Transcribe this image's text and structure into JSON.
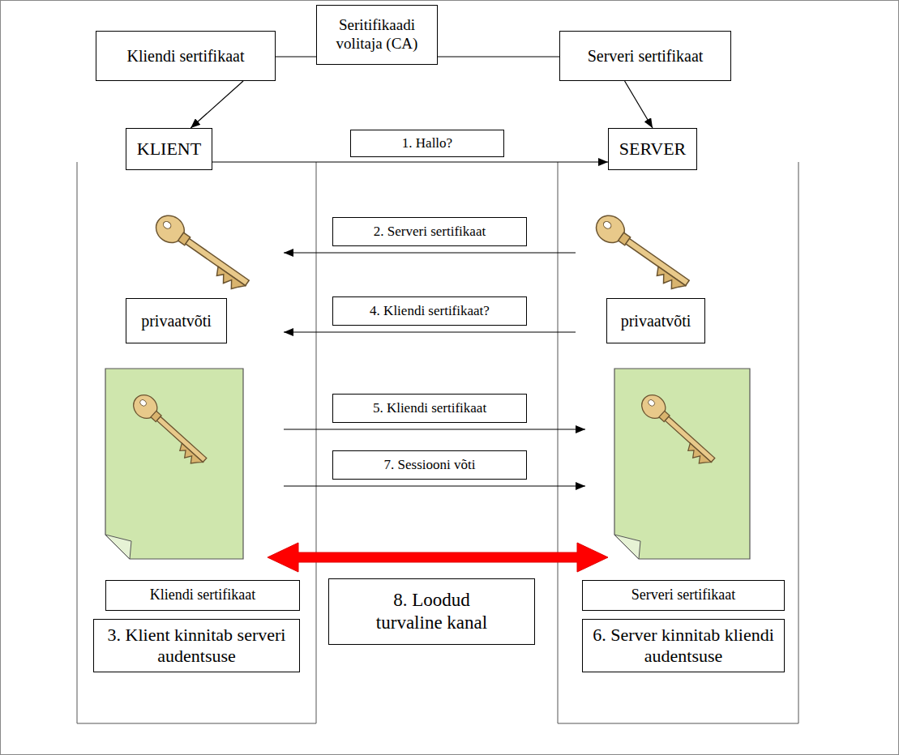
{
  "diagram": {
    "nodes": [
      {
        "text": [
          "Kliendi sertifikaat"
        ]
      },
      {
        "text": [
          "Seritifikaadi volitaja (CA)"
        ]
      },
      {
        "text": [
          "Serveri sertifikaat"
        ]
      },
      {
        "text": [
          "KLIENT"
        ]
      },
      {
        "text": [
          "1. Hallo?"
        ]
      },
      {
        "text": [
          "SERVER"
        ]
      },
      {
        "text": [
          "2. Serveri sertifikaat"
        ]
      },
      {
        "text": [
          "privaatvõti"
        ]
      },
      {
        "text": [
          "4. Kliendi sertifikaat?"
        ]
      },
      {
        "text": [
          "privaatvõti"
        ]
      },
      {
        "text": [
          "5. Kliendi sertifikaat"
        ]
      },
      {
        "text": [
          "7. Sessiooni võti"
        ]
      },
      {
        "text": [
          "Kliendi sertifikaat"
        ]
      },
      {
        "text": [
          "Serveri sertifikaat"
        ]
      },
      {
        "text": [
          "8. Loodud turvaline kanal"
        ]
      },
      {
        "text": [
          "3. Klient kinnitab serveri audentsuse"
        ]
      },
      {
        "text": [
          "6. Server kinnitab kliendi audentsuse"
        ]
      }
    ],
    "edges": [
      {
        "from": 1,
        "to": 0,
        "arrow": "none"
      },
      {
        "from": 1,
        "to": 2,
        "arrow": "none"
      },
      {
        "from": 0,
        "to": 3,
        "arrow": "to"
      },
      {
        "from": 2,
        "to": 5,
        "arrow": "to"
      },
      {
        "from": 3,
        "to": 5,
        "arrow": "to"
      }
    ]
  }
}
